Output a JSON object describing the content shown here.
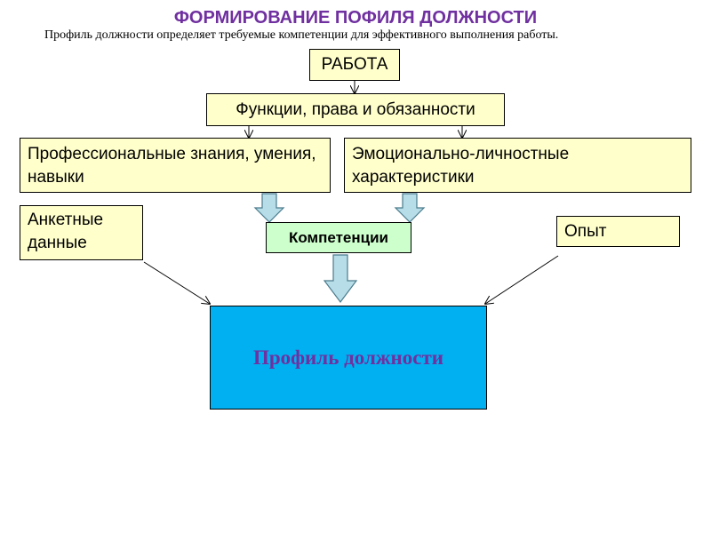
{
  "title": "ФОРМИРОВАНИЕ ПОФИЛЯ ДОЛЖНОСТИ",
  "subtitle": "Профиль должности определяет требуемые компетенции для эффективного выполнения работы.",
  "nodes": {
    "rabota": "РАБОТА",
    "functions": "Функции, права и обязанности",
    "professional": "Профессиональные знания, умения, навыки",
    "emotional": "Эмоционально-личностные характеристики",
    "anketa": "Анкетные данные",
    "experience": "Опыт",
    "competencies": "Компетенции",
    "profile": "Профиль должности"
  },
  "colors": {
    "title": "#7030a0",
    "box_fill": "#ffffcc",
    "competencies_fill": "#ccffcc",
    "profile_fill": "#00b0f0",
    "block_arrow_fill": "#b7dde8",
    "block_arrow_stroke": "#4a7b8c"
  }
}
